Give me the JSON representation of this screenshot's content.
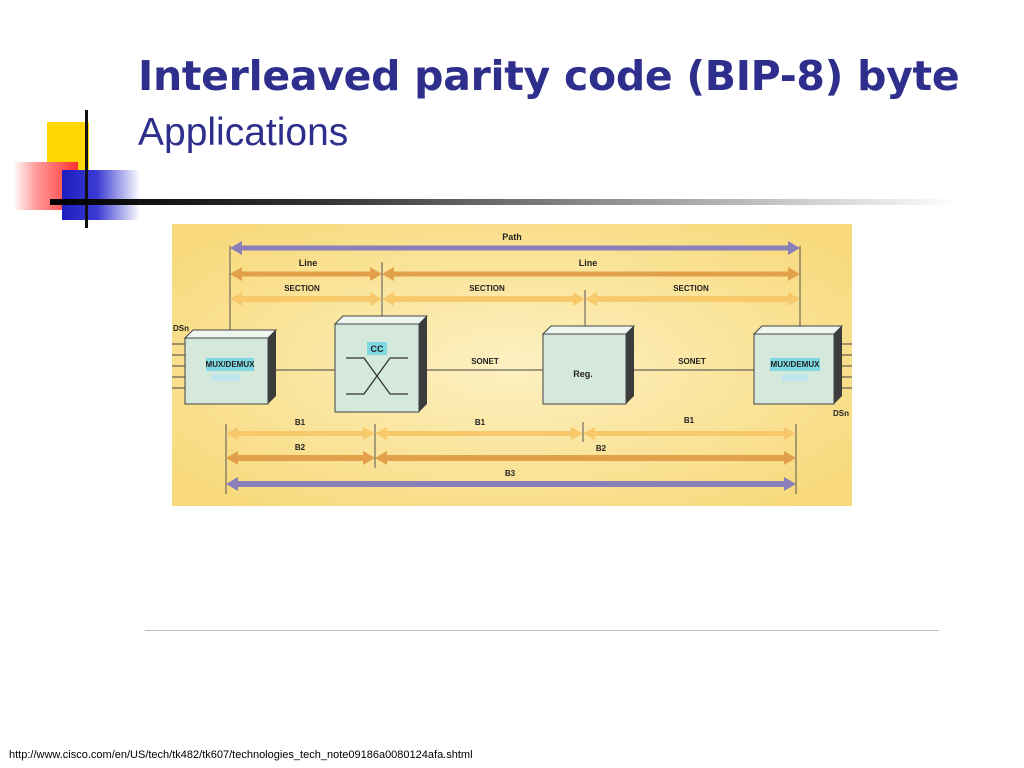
{
  "title": {
    "main": "Interleaved parity code (BIP-8) byte",
    "sub": "Applications"
  },
  "colors": {
    "title": "#2e2e8c",
    "accent_yellow": "#ffd700",
    "accent_red": "#ff3c3c",
    "accent_blue": "#2828c8",
    "diagram_background": "#fbe39a",
    "path_arrow": "#8a7fb8",
    "line_arrow": "#e2a04a",
    "section_arrow": "#f7c96a",
    "box_fill": "#d4e8dc"
  },
  "decoration": {
    "logo": "yellow-red-blue-squares"
  },
  "diagram": {
    "top_arrows": {
      "path": "Path",
      "line_left": "Line",
      "line_right": "Line",
      "section_1": "SECTION",
      "section_2": "SECTION",
      "section_3": "SECTION"
    },
    "nodes": {
      "mux_left": "MUX/DEMUX",
      "cc": "CC",
      "reg": "Reg.",
      "mux_right": "MUX/DEMUX"
    },
    "tributary_left": "DSn",
    "tributary_right": "DSn",
    "links": {
      "sonet_1": "SONET",
      "sonet_2": "SONET"
    },
    "bottom_arrows": {
      "b1_left": "B1",
      "b1_middle": "B1",
      "b1_right": "B1",
      "b2_left": "B2",
      "b2_right": "B2",
      "b3": "B3"
    }
  },
  "footer": {
    "url": "http://www.cisco.com/en/US/tech/tk482/tk607/technologies_tech_note09186a0080124afa.shtml"
  }
}
